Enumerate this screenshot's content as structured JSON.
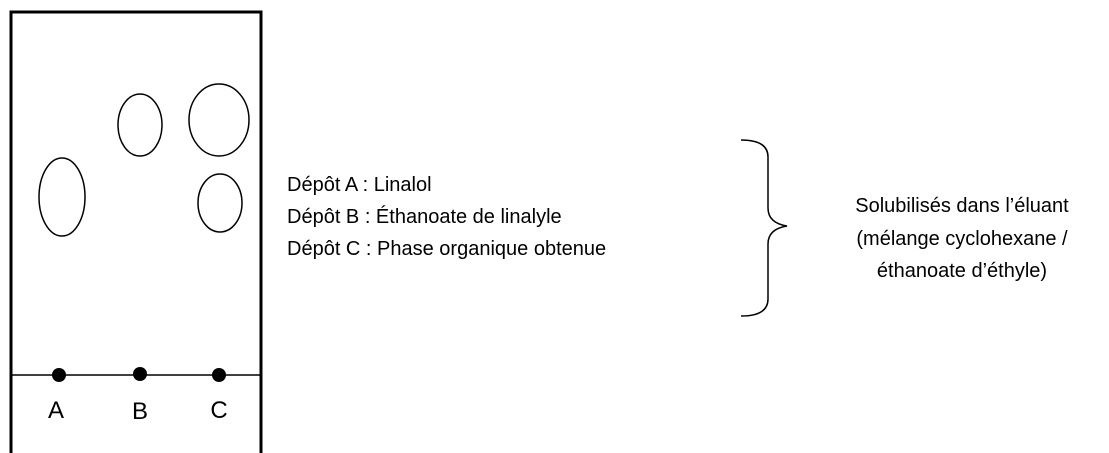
{
  "plate": {
    "lanes": [
      {
        "label": "A"
      },
      {
        "label": "B"
      },
      {
        "label": "C"
      }
    ]
  },
  "legend": {
    "lines": [
      "Dépôt A : Linalol",
      "Dépôt B : Éthanoate de linalyle",
      "Dépôt C : Phase organique obtenue"
    ]
  },
  "brace_note": {
    "lines": [
      "Solubilisés dans l’éluant",
      "(mélange cyclohexane /",
      "éthanoate d’éthyle)"
    ]
  }
}
